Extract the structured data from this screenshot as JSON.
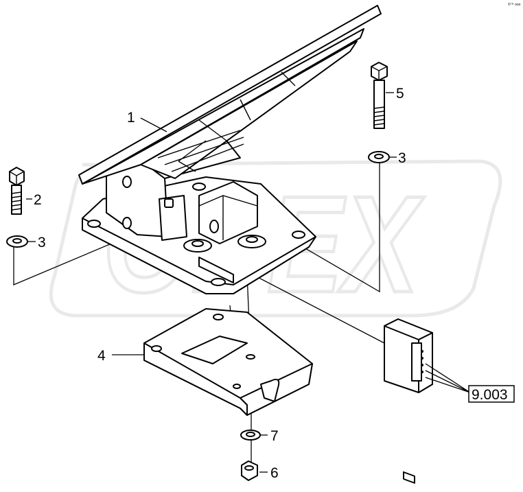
{
  "watermark": "OPEX",
  "corner_mark": "©™ ooo",
  "callouts": [
    {
      "id": "pedal",
      "label": "1"
    },
    {
      "id": "bolt-left",
      "label": "2"
    },
    {
      "id": "washer-left",
      "label": "3"
    },
    {
      "id": "washer-right",
      "label": "3"
    },
    {
      "id": "bracket",
      "label": "4"
    },
    {
      "id": "bolt-right",
      "label": "5"
    },
    {
      "id": "nut",
      "label": "6"
    },
    {
      "id": "washer-bottom",
      "label": "7"
    }
  ],
  "reference": {
    "label": "9.003"
  }
}
